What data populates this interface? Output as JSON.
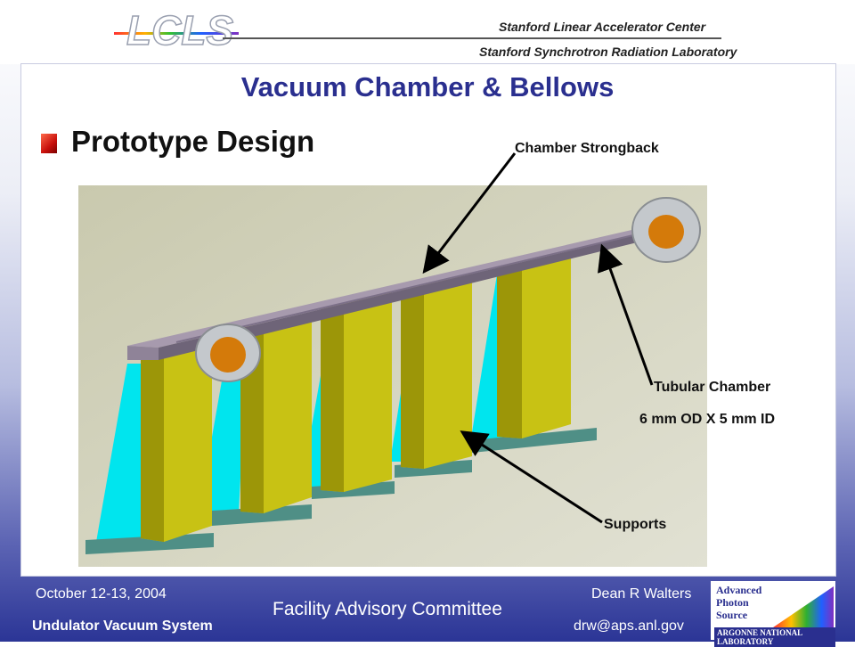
{
  "header": {
    "logo_text": "LCLS",
    "org_line1": "Stanford Linear Accelerator Center",
    "org_line2": "Stanford Synchrotron Radiation Laboratory"
  },
  "slide": {
    "title": "Vacuum Chamber & Bellows",
    "bullet": "Prototype Design",
    "callouts": {
      "strongback": "Chamber Strongback",
      "tubular_line1": "Tubular Chamber",
      "tubular_line2": "6 mm OD X 5 mm ID",
      "supports": "Supports"
    }
  },
  "footer": {
    "date": "October 12-13, 2004",
    "system": "Undulator Vacuum System",
    "committee": "Facility Advisory Committee",
    "presenter": "Dean R Walters",
    "email": "drw@aps.anl.gov",
    "aps_logo_lines": [
      "Advanced",
      "Photon",
      "Source"
    ],
    "aps_lab": "ARGONNE NATIONAL LABORATORY"
  },
  "colors": {
    "title": "#2a2f8f",
    "bullet": "#c8100c",
    "strongback": "#a79aae",
    "support": "#c8c214",
    "flange_core": "#d47a0a",
    "cyan": "#00e5ee",
    "base": "#4f8f86"
  }
}
